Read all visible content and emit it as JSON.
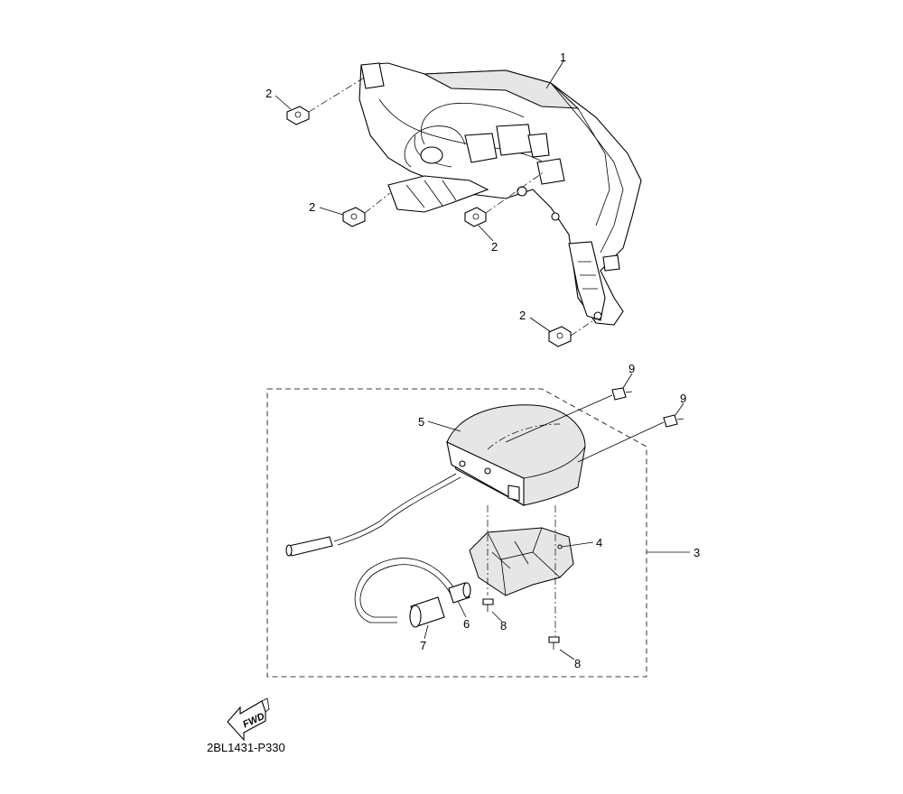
{
  "diagram": {
    "callouts": {
      "c1": "1",
      "c2a": "2",
      "c2b": "2",
      "c2c": "2",
      "c2d": "2",
      "c3": "3",
      "c4": "4",
      "c5": "5",
      "c6": "6",
      "c7": "7",
      "c8a": "8",
      "c8b": "8",
      "c9a": "9",
      "c9b": "9"
    },
    "fwd_label": "FWD",
    "diagram_code": "2BL1431-P330"
  }
}
